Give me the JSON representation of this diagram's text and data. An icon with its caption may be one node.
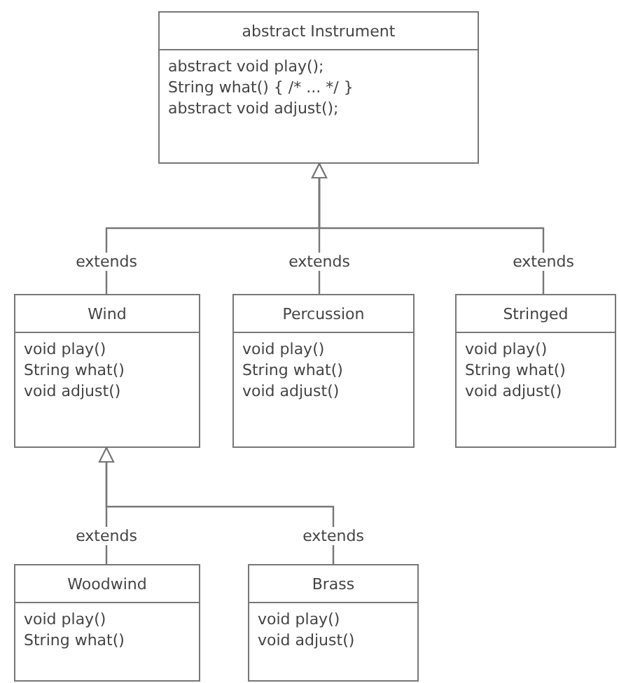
{
  "diagram": {
    "nodes": [
      {
        "text": [
          "abstract Instrument",
          "abstract void play();",
          "String what() { /* ... */ }",
          "abstract void adjust();"
        ]
      },
      {
        "text": [
          "Wind",
          "void play()",
          "String what()",
          "void adjust()"
        ]
      },
      {
        "text": [
          "Percussion",
          "void play()",
          "String what()",
          "void adjust()"
        ]
      },
      {
        "text": [
          "Stringed",
          "void play()",
          "String what()",
          "void adjust()"
        ]
      },
      {
        "text": [
          "Woodwind",
          "void play()",
          "String what()"
        ]
      },
      {
        "text": [
          "Brass",
          "void play()",
          "void adjust()"
        ]
      }
    ],
    "edges": [
      {
        "from": 1,
        "to": 0,
        "arrow": "to",
        "label": "extends"
      },
      {
        "from": 2,
        "to": 0,
        "arrow": "to",
        "label": "extends"
      },
      {
        "from": 3,
        "to": 0,
        "arrow": "to",
        "label": "extends"
      },
      {
        "from": 4,
        "to": 1,
        "arrow": "to",
        "label": "extends"
      },
      {
        "from": 5,
        "to": 1,
        "arrow": "to",
        "label": "extends"
      }
    ]
  }
}
